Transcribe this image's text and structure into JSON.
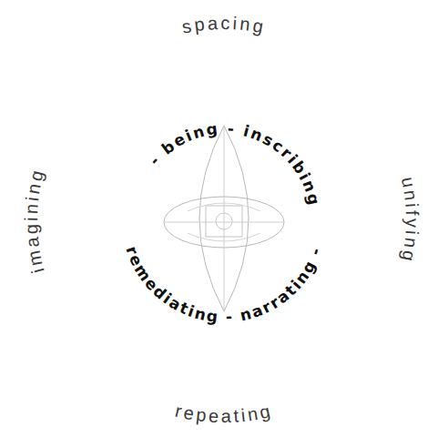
{
  "diagram": {
    "labels": [
      "spacing",
      "imagining",
      "unifying",
      "- being - inscribing",
      "remediating - narrating -",
      "repeating"
    ]
  }
}
